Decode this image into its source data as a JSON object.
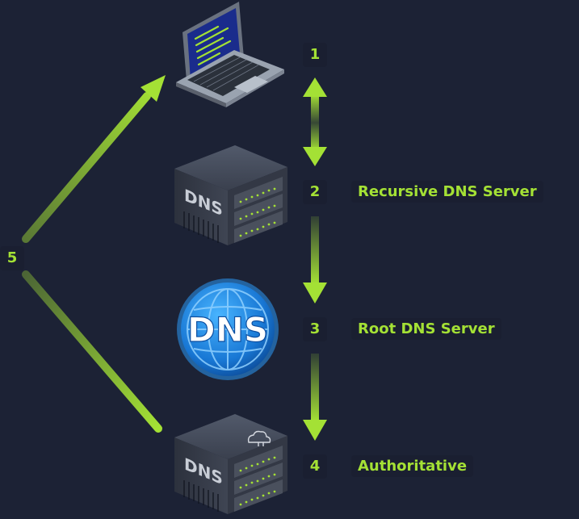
{
  "steps": [
    {
      "number": "1",
      "label": ""
    },
    {
      "number": "2",
      "label": "Recursive DNS Server"
    },
    {
      "number": "3",
      "label": "Root DNS Server"
    },
    {
      "number": "4",
      "label": "Authoritative"
    },
    {
      "number": "5",
      "label": ""
    }
  ],
  "server_badge_text": "DNS",
  "globe_text": "DNS",
  "colors": {
    "background": "#1c2235",
    "accent_green": "#a4e135",
    "server_body": "#353b48",
    "globe_blue": "#1877d4"
  },
  "icons": [
    "laptop-icon",
    "dns-server-icon",
    "dns-globe-icon",
    "cloud-icon"
  ]
}
